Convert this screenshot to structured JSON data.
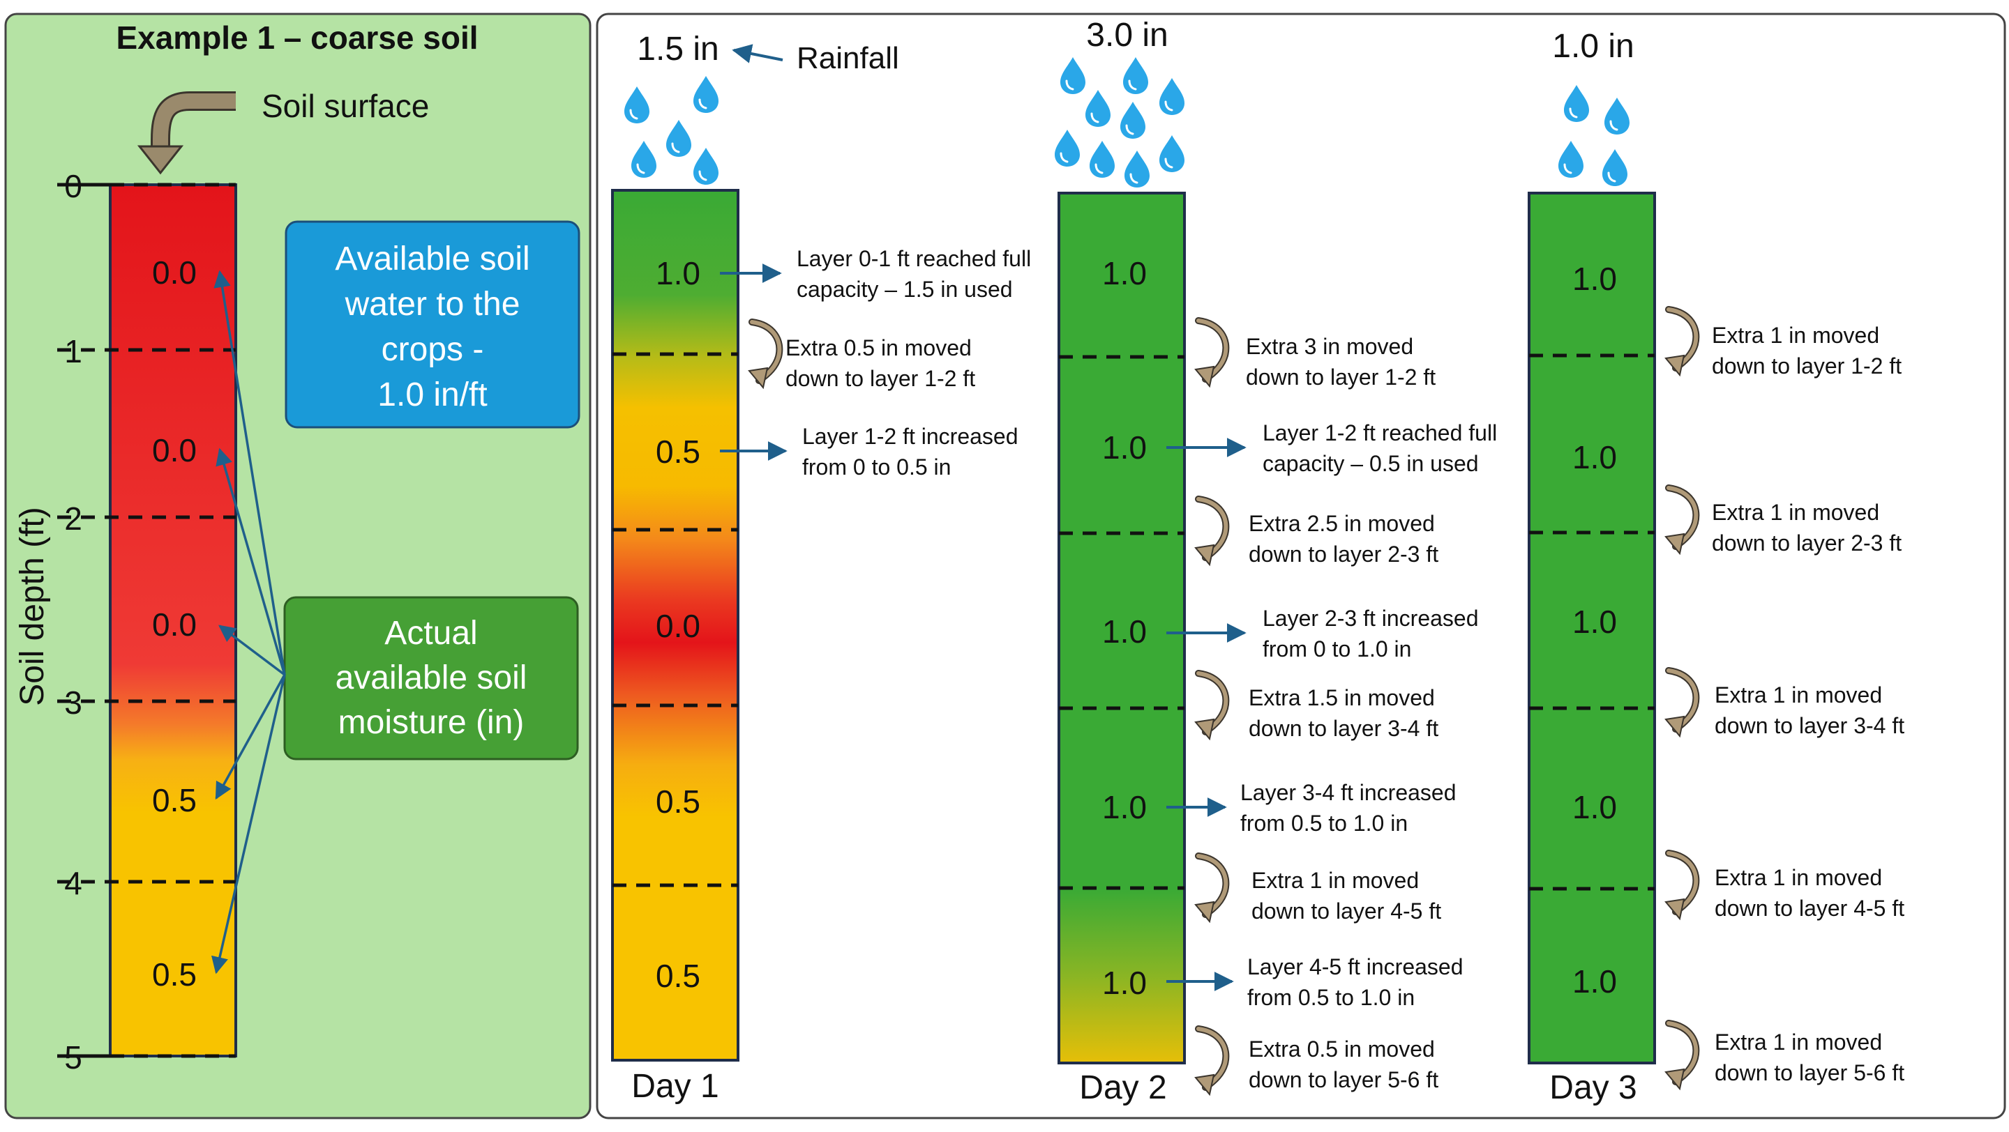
{
  "left_panel": {
    "title": "Example 1 – coarse soil",
    "surface_label": "Soil surface",
    "axis_label": "Soil depth (ft)",
    "depth_ticks": [
      "0",
      "1",
      "2",
      "3",
      "4",
      "5"
    ],
    "values": [
      "0.0",
      "0.0",
      "0.0",
      "0.5",
      "0.5"
    ],
    "box_available": [
      "Available soil",
      "water to the",
      "crops -",
      "1.0 in/ft"
    ],
    "box_actual": [
      "Actual",
      "available soil",
      "moisture (in)"
    ],
    "colors": {
      "panel_bg": "#b5e3a4",
      "box_blue": "#1a9ad8",
      "box_green": "#46a035"
    }
  },
  "rainfall_label": "Rainfall",
  "days": [
    {
      "label": "Day 1",
      "rain": "1.5 in",
      "values": [
        "1.0",
        "0.5",
        "0.0",
        "0.5",
        "0.5"
      ],
      "notes": [
        [
          "Layer 0-1 ft reached full",
          "capacity – 1.5 in used"
        ],
        [
          "Extra 0.5 in moved",
          "down to layer 1-2 ft"
        ],
        [
          "Layer 1-2 ft increased",
          "from 0 to 0.5 in"
        ]
      ]
    },
    {
      "label": "Day 2",
      "rain": "3.0 in",
      "values": [
        "1.0",
        "1.0",
        "1.0",
        "1.0",
        "1.0"
      ],
      "notes": [
        [
          "Extra 3 in moved",
          "down to layer 1-2 ft"
        ],
        [
          "Layer 1-2 ft reached full",
          "capacity – 0.5 in used"
        ],
        [
          "Extra 2.5 in moved",
          "down to layer 2-3 ft"
        ],
        [
          "Layer 2-3 ft increased",
          "from 0 to 1.0 in"
        ],
        [
          "Extra 1.5 in moved",
          "down to layer 3-4 ft"
        ],
        [
          "Layer 3-4 ft increased",
          "from 0.5 to 1.0 in"
        ],
        [
          "Extra 1 in moved",
          "down to layer 4-5 ft"
        ],
        [
          "Layer 4-5 ft increased",
          "from 0.5 to 1.0 in"
        ],
        [
          "Extra 0.5 in moved",
          "down to layer 5-6 ft"
        ]
      ]
    },
    {
      "label": "Day 3",
      "rain": "1.0 in",
      "values": [
        "1.0",
        "1.0",
        "1.0",
        "1.0",
        "1.0"
      ],
      "notes": [
        [
          "Extra 1 in moved",
          "down to layer 1-2 ft"
        ],
        [
          "Extra 1 in moved",
          "down to layer 2-3 ft"
        ],
        [
          "Extra 1 in moved",
          "down to layer 3-4 ft"
        ],
        [
          "Extra 1 in moved",
          "down to layer 4-5 ft"
        ],
        [
          "Extra 1 in moved",
          "down to layer 5-6 ft"
        ]
      ]
    }
  ],
  "colors": {
    "soil_green": "#3aaa35",
    "soil_yellow": "#f7c200",
    "soil_red": "#e3141a",
    "water": "#2aa7e8",
    "arrow_brown": "#b09a78",
    "pointer_blue": "#1f5f8b"
  }
}
